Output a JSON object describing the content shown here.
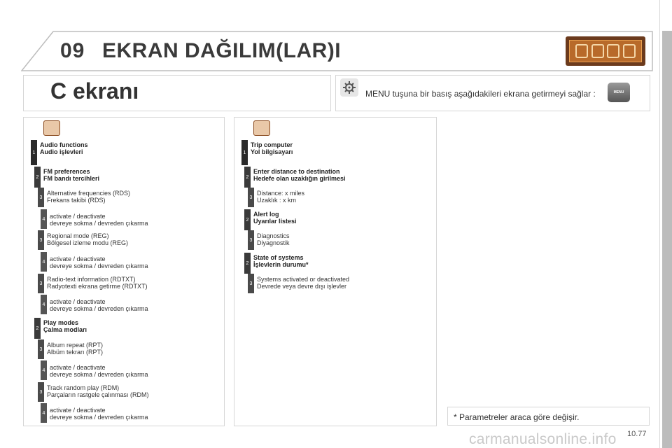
{
  "header": {
    "chapter_number": "09",
    "chapter_title": "EKRAN DAĞILIM(LAR)I"
  },
  "screen": {
    "title": "C ekranı",
    "menu_instruction": "MENU tuşuna bir basış aşağıdakileri ekrana getirmeyi sağlar :",
    "menu_key_label": "MENU"
  },
  "left_entries": [
    {
      "level": "1",
      "lines": [
        "Audio functions",
        "Audio işlevleri"
      ],
      "bold": true
    },
    {
      "level": "2",
      "lines": [
        "FM preferences",
        "FM bandı tercihleri"
      ],
      "bold": true
    },
    {
      "level": "3",
      "lines": [
        "Alternative frequencies (RDS)",
        "Frekans takibi (RDS)"
      ],
      "bold": false
    },
    {
      "level": "4",
      "lines": [
        "activate / deactivate",
        "devreye sokma / devreden çıkarma"
      ],
      "bold": false
    },
    {
      "level": "3",
      "lines": [
        "Regional mode (REG)",
        "Bölgesel izleme modu (REG)"
      ],
      "bold": false
    },
    {
      "level": "4",
      "lines": [
        "activate / deactivate",
        "devreye sokma / devreden çıkarma"
      ],
      "bold": false
    },
    {
      "level": "3",
      "lines": [
        "Radio-text information (RDTXT)",
        "Radyotexti ekrana getirme (RDTXT)"
      ],
      "bold": false
    },
    {
      "level": "4",
      "lines": [
        "activate / deactivate",
        "devreye sokma / devreden çıkarma"
      ],
      "bold": false
    },
    {
      "level": "2",
      "lines": [
        "Play modes",
        "Çalma modları"
      ],
      "bold": true
    },
    {
      "level": "3",
      "lines": [
        "Album repeat (RPT)",
        "Albüm tekrarı (RPT)"
      ],
      "bold": false
    },
    {
      "level": "4",
      "lines": [
        "activate / deactivate",
        "devreye sokma / devreden çıkarma"
      ],
      "bold": false
    },
    {
      "level": "3",
      "lines": [
        "Track random play (RDM)",
        "Parçaların rastgele çalınması (RDM)"
      ],
      "bold": false
    },
    {
      "level": "4",
      "lines": [
        "activate / deactivate",
        "devreye sokma / devreden çıkarma"
      ],
      "bold": false
    }
  ],
  "right_entries": [
    {
      "level": "1",
      "lines": [
        "Trip computer",
        "Yol bilgisayarı"
      ],
      "bold": true
    },
    {
      "level": "2",
      "lines": [
        "Enter distance to destination",
        "Hedefe olan uzaklığın girilmesi"
      ],
      "bold": true
    },
    {
      "level": "3",
      "lines": [
        "Distance: x miles",
        "Uzaklık : x km"
      ],
      "bold": false
    },
    {
      "level": "2",
      "lines": [
        "Alert log",
        "Uyarılar listesi"
      ],
      "bold": true
    },
    {
      "level": "3",
      "lines": [
        "Diagnostics",
        "Diyagnostik"
      ],
      "bold": false
    },
    {
      "level": "2",
      "lines": [
        "State of systems",
        "İşlevlerin durumu*"
      ],
      "bold": true
    },
    {
      "level": "3",
      "lines": [
        "Systems activated or deactivated",
        "Devrede veya devre dışı işlevler"
      ],
      "bold": false
    }
  ],
  "footnote": "* Parametreler araca göre değişir.",
  "page_number": "10.77",
  "watermark": "carmanualsonline.info",
  "icons": {
    "audio": "audio-functions-icon",
    "trip": "trip-computer-icon",
    "settings": "settings-gear-icon",
    "header_strip": "screen-type-icons"
  }
}
